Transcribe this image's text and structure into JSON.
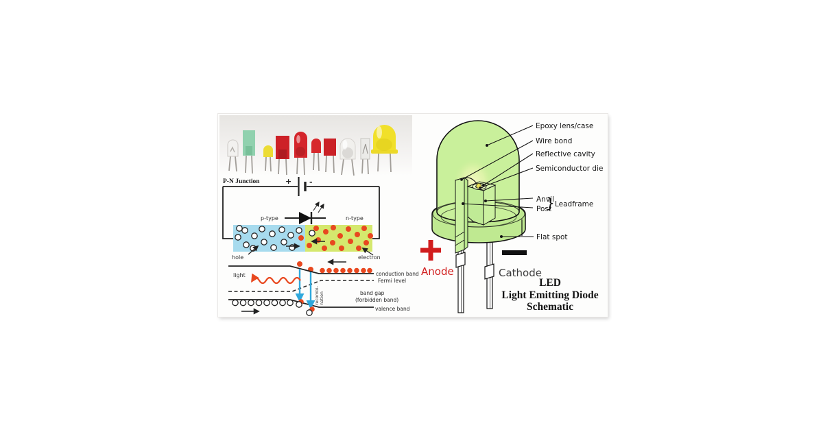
{
  "diagram_title": {
    "line1": "LED",
    "line2": "Light Emitting Diode",
    "line3": "Schematic"
  },
  "photo_strip": {
    "description": "assorted LED lamps photo",
    "led_colors": [
      "clear",
      "green",
      "yellow",
      "red",
      "red",
      "red",
      "red",
      "white",
      "clear",
      "yellow"
    ]
  },
  "pn_junction": {
    "heading": "P-N Junction",
    "battery_plus": "+",
    "battery_minus": "-",
    "p_type_label": "p-type",
    "n_type_label": "n-type",
    "hole_label": "hole",
    "electron_label": "electron"
  },
  "band_diagram": {
    "light_label": "light",
    "conduction_band_label": "conduction band",
    "fermi_level_label": "Fermi level",
    "band_gap_label_line1": "band gap",
    "band_gap_label_line2": "(forbidden band)",
    "valence_band_label": "valence band",
    "recombination_label_line1": "recombi-",
    "recombination_label_line2": "nation"
  },
  "led_cutaway": {
    "epoxy_label": "Epoxy lens/case",
    "wire_bond_label": "Wire bond",
    "reflective_cavity_label": "Reflective cavity",
    "semiconductor_die_label": "Semiconductor die",
    "anvil_label": "Anvil",
    "post_label": "Post",
    "leadframe_brace": "}",
    "leadframe_label": "Leadframe",
    "flat_spot_label": "Flat spot"
  },
  "terminals": {
    "anode_label": "Anode",
    "cathode_label": "Cathode"
  },
  "colors": {
    "p_type_fill": "#a7dbee",
    "n_type_fill": "#d5e86e",
    "electron_red": "#e8481f",
    "recombination_blue": "#2fa8dc",
    "led_body_green": "#c9f09b",
    "anode_red": "#d11d1d",
    "ink": "#1b1b1b"
  }
}
